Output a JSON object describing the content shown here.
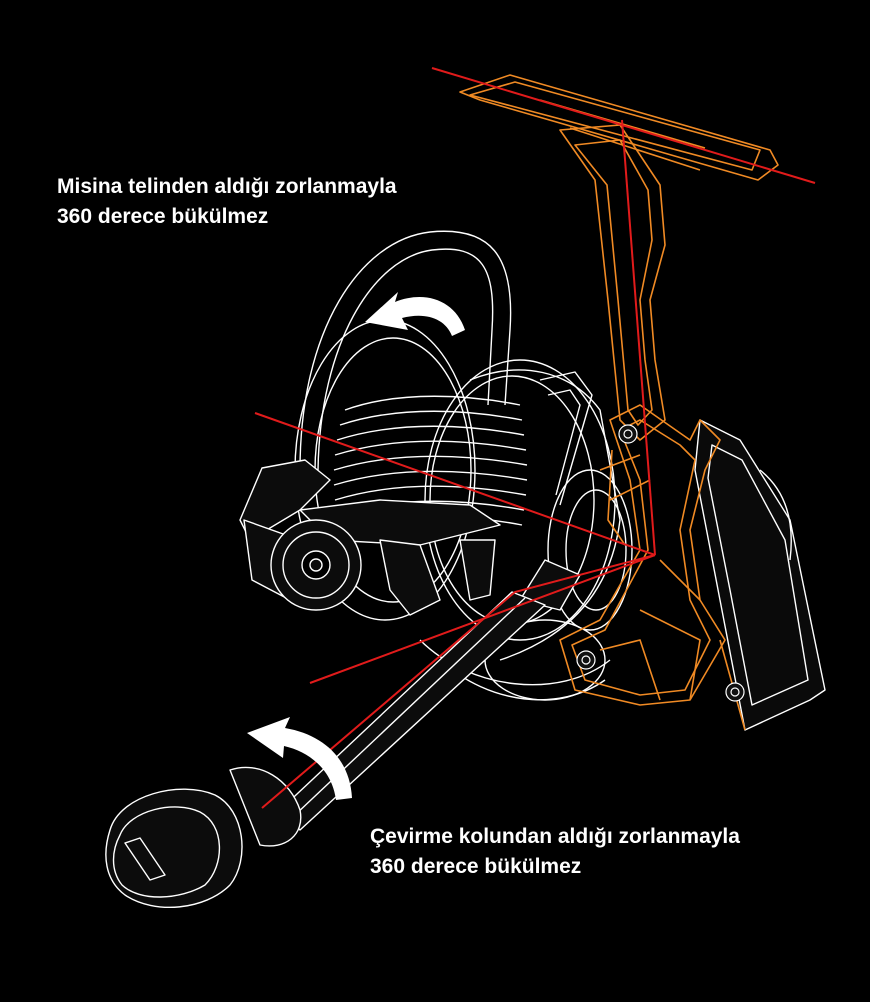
{
  "annotations": {
    "top": {
      "line1": "Misina telinden aldığı zorlanmayla",
      "line2": "360 derece bükülmez"
    },
    "bottom": {
      "line1": "Çevirme kolundan aldığı zorlanmayla",
      "line2": "360 derece bükülmez"
    }
  },
  "colors": {
    "background": "#000000",
    "outline": "#ffffff",
    "frame": "#f08a24",
    "axis": "#e11b1b",
    "text": "#ffffff"
  },
  "icons": [
    "rotation-arrow-icon",
    "screw-icon"
  ]
}
